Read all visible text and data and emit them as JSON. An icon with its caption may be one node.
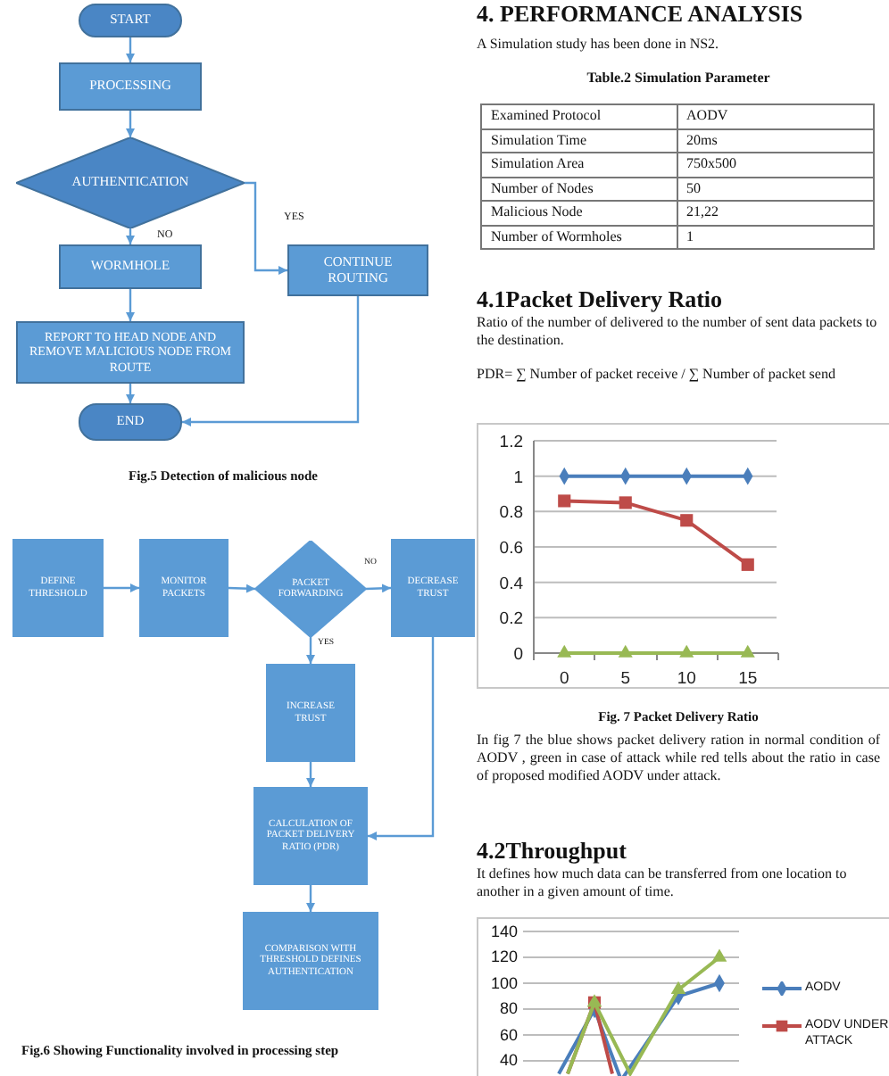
{
  "diagram": {
    "nodes": [
      {
        "text": [
          "START"
        ]
      },
      {
        "text": [
          "PROCESSING"
        ]
      },
      {
        "text": [
          "AUTHENTICATION"
        ]
      },
      {
        "text": [
          "WORMHOLE"
        ]
      },
      {
        "text": [
          "CONTINUE ROUTING"
        ]
      },
      {
        "text": [
          "REPORT TO HEAD NODE AND REMOVE MALICIOUS NODE FROM ROUTE"
        ]
      },
      {
        "text": [
          "END"
        ]
      },
      {
        "text": [
          "DEFINE THRESHOLD"
        ]
      },
      {
        "text": [
          "MONITOR PACKETS"
        ]
      },
      {
        "text": [
          "PACKET FORWARDING"
        ]
      },
      {
        "text": [
          "DECREASE TRUST"
        ]
      },
      {
        "text": [
          "INCREASE TRUST"
        ]
      },
      {
        "text": [
          "CALCULATION OF PACKET DELIVERY RATIO (PDR)"
        ]
      },
      {
        "text": [
          "COMPARISON WITH THRESHOLD DEFINES AUTHENTICATION"
        ]
      }
    ],
    "edges": [
      {
        "from": 0,
        "to": 1,
        "arrow": "to"
      },
      {
        "from": 1,
        "to": 2,
        "arrow": "to"
      },
      {
        "from": 2,
        "to": 3,
        "arrow": "to",
        "label": "NO"
      },
      {
        "from": 2,
        "to": 4,
        "arrow": "to",
        "label": "YES"
      },
      {
        "from": 3,
        "to": 5,
        "arrow": "to"
      },
      {
        "from": 5,
        "to": 6,
        "arrow": "to"
      },
      {
        "from": 4,
        "to": 6,
        "arrow": "to"
      },
      {
        "from": 7,
        "to": 8,
        "arrow": "to"
      },
      {
        "from": 8,
        "to": 9,
        "arrow": "to"
      },
      {
        "from": 9,
        "to": 10,
        "arrow": "to",
        "label": "NO"
      },
      {
        "from": 9,
        "to": 11,
        "arrow": "to",
        "label": "YES"
      },
      {
        "from": 11,
        "to": 12,
        "arrow": "to"
      },
      {
        "from": 10,
        "to": 12,
        "arrow": "to"
      },
      {
        "from": 12,
        "to": 13,
        "arrow": "to"
      }
    ],
    "labels": [
      "Fig.5 Detection of malicious node",
      "Fig.6 Showing Functionality involved in processing step",
      "4. PERFORMANCE ANALYSIS",
      "A Simulation study has been done in NS2.",
      "Table.2 Simulation Parameter",
      "Examined Protocol",
      "AODV",
      "Simulation Time",
      "20ms",
      "Simulation Area",
      "750x500",
      "Number of Nodes",
      "50",
      "Malicious Node",
      "21,22",
      "Number of Wormholes",
      "1",
      "4.1Packet Delivery Ratio",
      "Ratio of the number of delivered to the number of sent data packets to the destination.",
      "PDR= ∑ Number of packet receive / ∑ Number of packet send",
      "Fig. 7 Packet Delivery Ratio",
      "In fig 7 the blue shows packet delivery ration in normal condition of AODV , green in case of attack while red tells about the ratio in case of proposed modified AODV under attack.",
      "4.2Throughput",
      "It defines how much data can be transferred from one location to another in a given amount of time.",
      "140",
      "120",
      "100",
      "80",
      "60",
      "40"
    ],
    "legend": [
      {
        "text": "AODV"
      },
      {
        "text": "AODV UNDER ATTACK"
      }
    ],
    "chart_data": {
      "type": "line",
      "x": [
        0,
        5,
        10,
        15
      ],
      "xlim": [
        -2.5,
        17.5
      ],
      "grid": true,
      "ylim": [
        0,
        1.2
      ],
      "xticks": [
        0,
        5,
        10,
        15
      ],
      "yticks": [
        0,
        0.2,
        0.4,
        0.6,
        0.8,
        1,
        1.2
      ],
      "series": [
        {
          "color": "#4a7ebb",
          "marker": "diamond",
          "values": [
            1,
            1,
            1,
            1
          ]
        },
        {
          "color": "#be4b48",
          "marker": "square",
          "values": [
            0.86,
            0.85,
            0.75,
            0.5
          ]
        },
        {
          "color": "#98b954",
          "marker": "triangle",
          "values": [
            0,
            0,
            0,
            0
          ]
        }
      ]
    }
  }
}
